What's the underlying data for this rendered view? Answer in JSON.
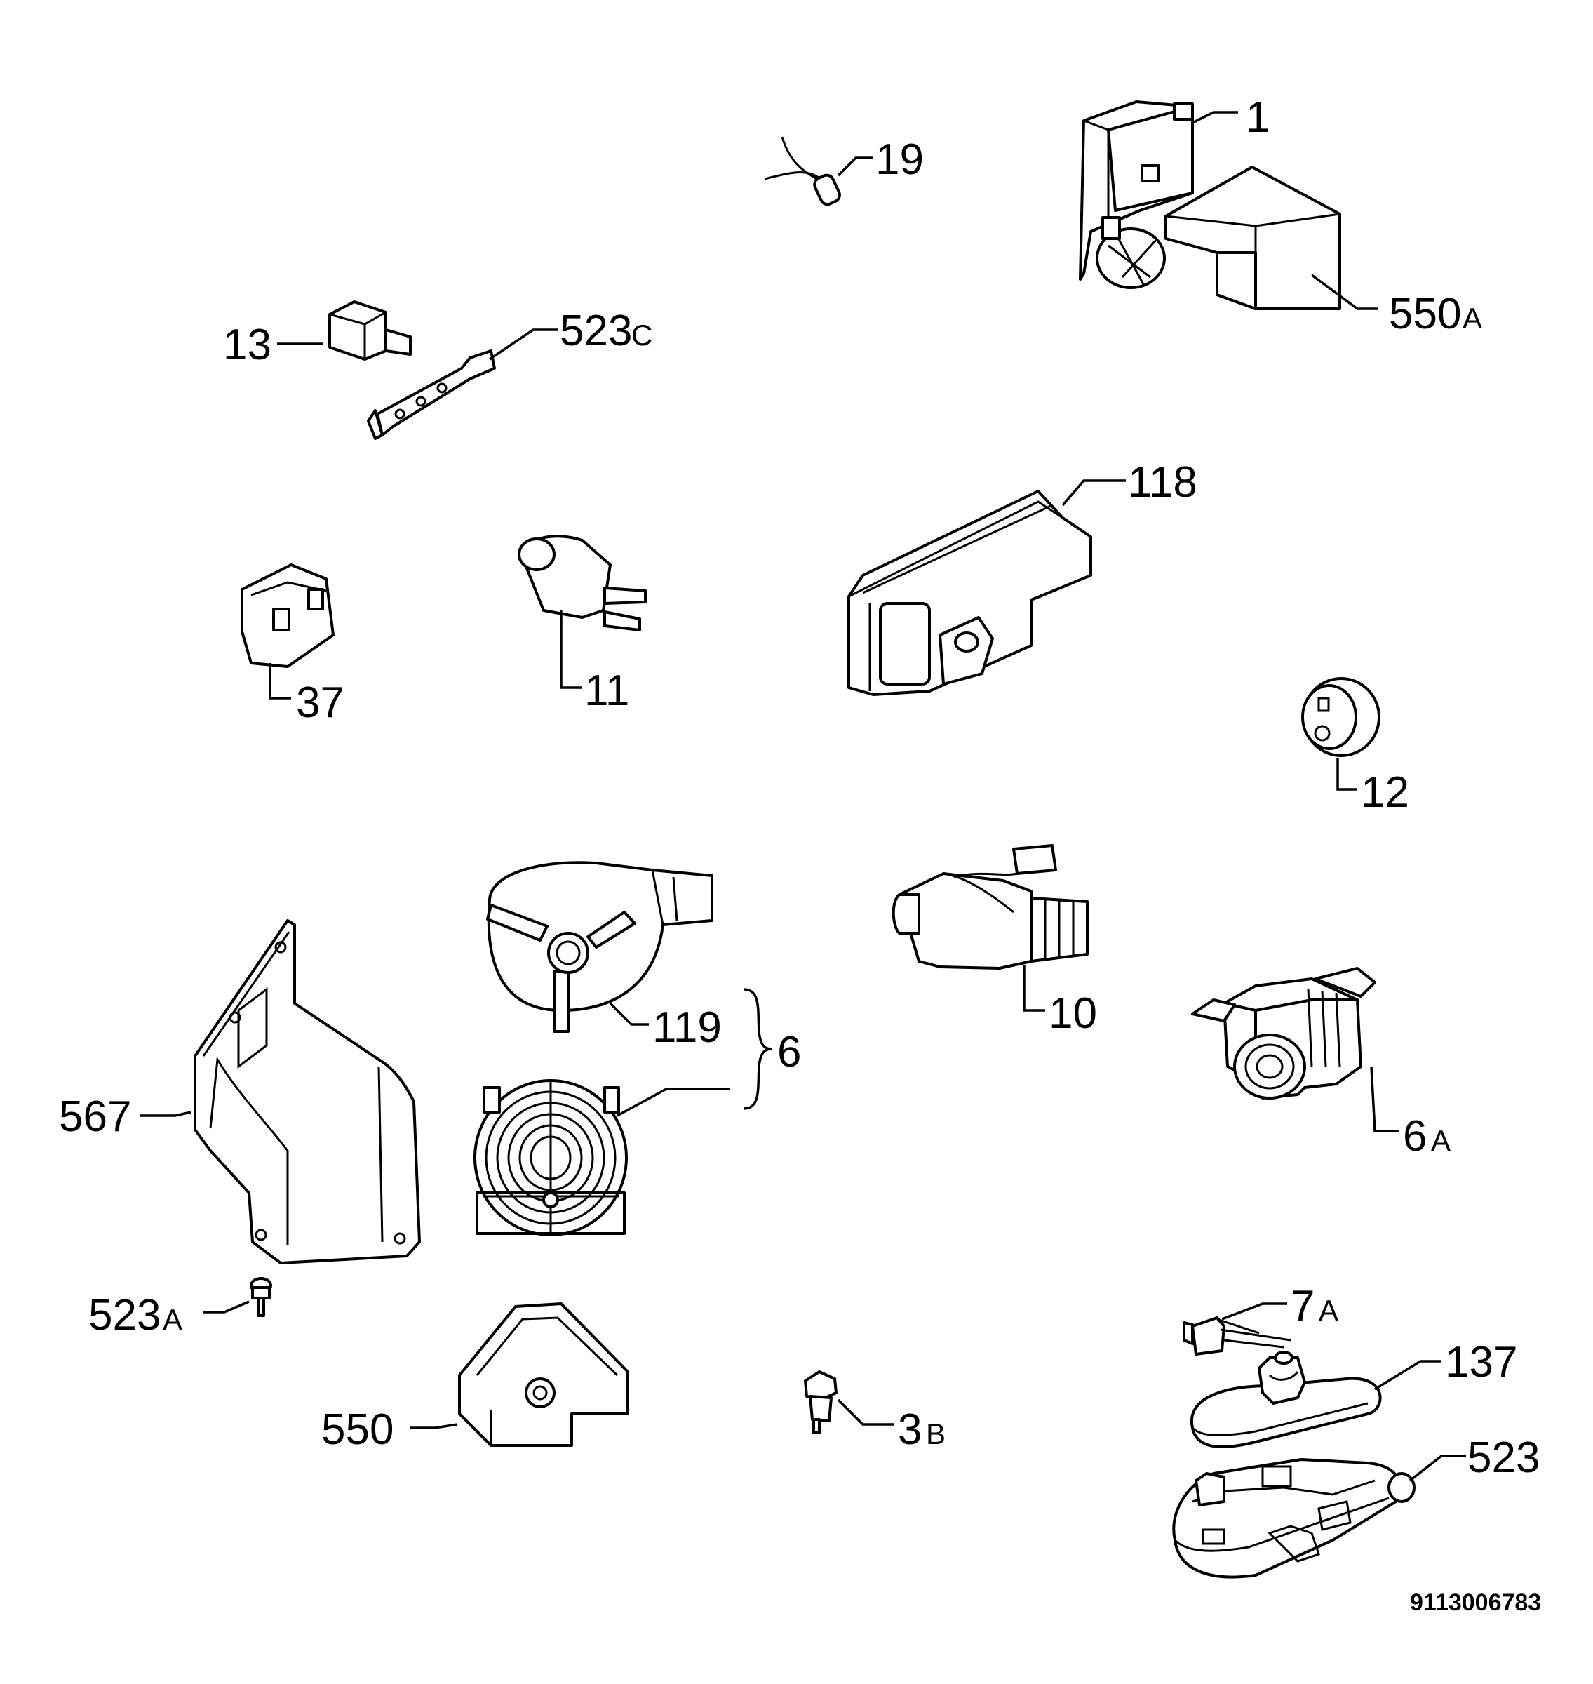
{
  "callouts": {
    "c1": "1",
    "c19": "19",
    "c550A": {
      "num": "550",
      "suffix": "A"
    },
    "c13": "13",
    "c523C": {
      "num": "523",
      "suffix": "C"
    },
    "c118": "118",
    "c37": "37",
    "c11": "11",
    "c12": "12",
    "c119": "119",
    "c6": "6",
    "c10": "10",
    "c6A": {
      "num": "6",
      "suffix": "A"
    },
    "c567": "567",
    "c523A": {
      "num": "523",
      "suffix": "A"
    },
    "c7A": {
      "num": "7",
      "suffix": "A"
    },
    "c137": "137",
    "c523": "523",
    "c550": "550",
    "c3B": {
      "num": "3",
      "suffix": "B"
    }
  },
  "document_number": "9113006783"
}
